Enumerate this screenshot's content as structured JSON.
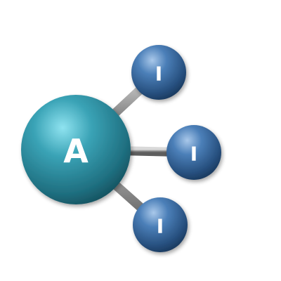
{
  "molecule": {
    "central_atom": {
      "symbol": "A",
      "color": "#2f8fa3"
    },
    "ligands": [
      {
        "symbol": "I",
        "color": "#3a6ea5"
      },
      {
        "symbol": "I",
        "color": "#3a6ea5"
      },
      {
        "symbol": "I",
        "color": "#3a6ea5"
      }
    ],
    "bond_color": "#9a9a9a"
  }
}
